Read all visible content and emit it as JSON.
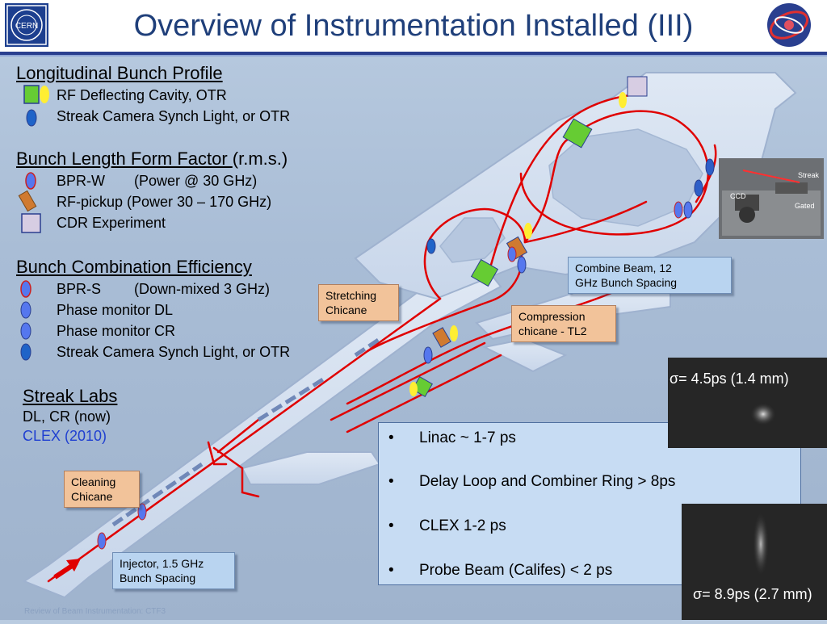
{
  "header": {
    "title": "Overview of Instrumentation Installed (III)",
    "logo_left_text": "CERN"
  },
  "legend": {
    "longitudinal": {
      "title": "Longitudinal Bunch Profile",
      "items": [
        {
          "label": "RF Deflecting Cavity, OTR"
        },
        {
          "label": "Streak Camera Synch Light, or OTR"
        }
      ]
    },
    "form_factor": {
      "title": "Bunch Length Form Factor ",
      "title_suffix": "(r.m.s.)",
      "items": [
        {
          "key": "BPR-W",
          "label": "(Power @ 30 GHz)"
        },
        {
          "label": "RF-pickup (Power  30 – 170 GHz)"
        },
        {
          "label": "CDR Experiment"
        }
      ]
    },
    "combination": {
      "title": "Bunch Combination Efficiency",
      "items": [
        {
          "key": "BPR-S",
          "label": "(Down-mixed 3 GHz)"
        },
        {
          "label": "Phase monitor  DL"
        },
        {
          "label": "Phase monitor CR"
        },
        {
          "label": "Streak Camera Synch Light, or OTR"
        }
      ]
    }
  },
  "streak_labs": {
    "title": "Streak Labs",
    "line1": "DL, CR (now)",
    "line2": "CLEX (2010)"
  },
  "callouts": {
    "stretching": [
      "Stretching",
      "Chicane"
    ],
    "combine": [
      "Combine Beam, 12",
      "GHz  Bunch Spacing"
    ],
    "compression": [
      "Compression",
      "chicane - TL2"
    ],
    "cleaning": [
      "Cleaning",
      "Chicane"
    ],
    "injector": [
      "Injector, 1.5 GHz",
      "Bunch Spacing"
    ]
  },
  "photo_labels": {
    "streak": "Streak",
    "ccd": "CCD",
    "gated": "Gated"
  },
  "bullets": [
    "Linac ~ 1-7 ps",
    "Delay Loop and Combiner Ring > 8ps",
    "CLEX 1-2 ps",
    "Probe Beam (Califes) < 2 ps"
  ],
  "bullet_glyph": "•",
  "streak_images": {
    "top": "σ= 4.5ps (1.4 mm)",
    "bottom": "σ= 8.9ps (2.7 mm)"
  },
  "footer": "Review of Beam Instrumentation: CTF3",
  "colors": {
    "title": "#1f3f7a",
    "beamline": "#e00000",
    "rf_cavity": "#66cc33",
    "streak_marker": "#1f63c8",
    "bpr": "#5577ee",
    "cdr": "#d7cde3",
    "rf_pickup": "#d07a30",
    "otr_light": "#ffee33"
  }
}
